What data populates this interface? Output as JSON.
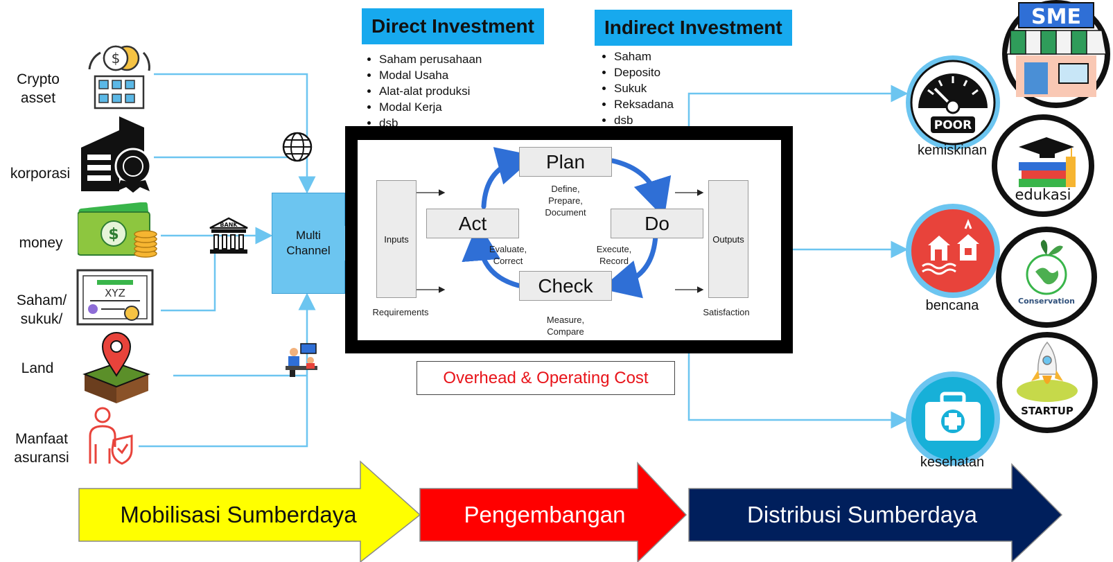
{
  "sources": {
    "crypto": "Crypto\nasset",
    "korporasi": "korporasi",
    "money": "money",
    "saham": "Saham/\nsukuk/",
    "land": "Land",
    "asuransi": "Manfaat\nasuransi"
  },
  "icons": {
    "cert_text": "XYZ",
    "bank_text": "BANK"
  },
  "multi_channel": "Multi\nChannel",
  "direct": {
    "title": "Direct Investment",
    "items": [
      "Saham perusahaan",
      "Modal Usaha",
      "Alat-alat produksi",
      "Modal Kerja",
      "dsb"
    ]
  },
  "indirect": {
    "title": "Indirect Investment",
    "items": [
      "Saham",
      "Deposito",
      "Sukuk",
      "Reksadana",
      "dsb"
    ]
  },
  "pdca": {
    "plan": "Plan",
    "do": "Do",
    "check": "Check",
    "act": "Act",
    "plan_sub": "Define,\nPrepare,\nDocument",
    "do_sub": "Execute,\nRecord",
    "check_sub": "Measure,\nCompare",
    "act_sub": "Evaluate,\nCorrect",
    "inputs": "Inputs",
    "outputs": "Outputs",
    "requirements": "Requirements",
    "satisfaction": "Satisfaction"
  },
  "overhead": "Overhead & Operating Cost",
  "outcomes": {
    "kemiskinan": "kemiskinan",
    "poor": "POOR",
    "bencana": "bencana",
    "kesehatan": "kesehatan",
    "edukasi": "edukasi",
    "sme": "SME",
    "conservation": "Conservation",
    "startup": "STARTUP"
  },
  "stages": {
    "mobilisasi": "Mobilisasi Sumberdaya",
    "pengembangan": "Pengembangan",
    "distribusi": "Distribusi Sumberdaya"
  },
  "colors": {
    "accent_blue": "#17a9ee",
    "connector": "#6cc5f0",
    "stage_yellow": "#ffff00",
    "stage_red": "#ff0000",
    "stage_navy": "#001f5c",
    "overhead_red": "#e8141a",
    "pdca_arrow": "#2f6fd6"
  }
}
